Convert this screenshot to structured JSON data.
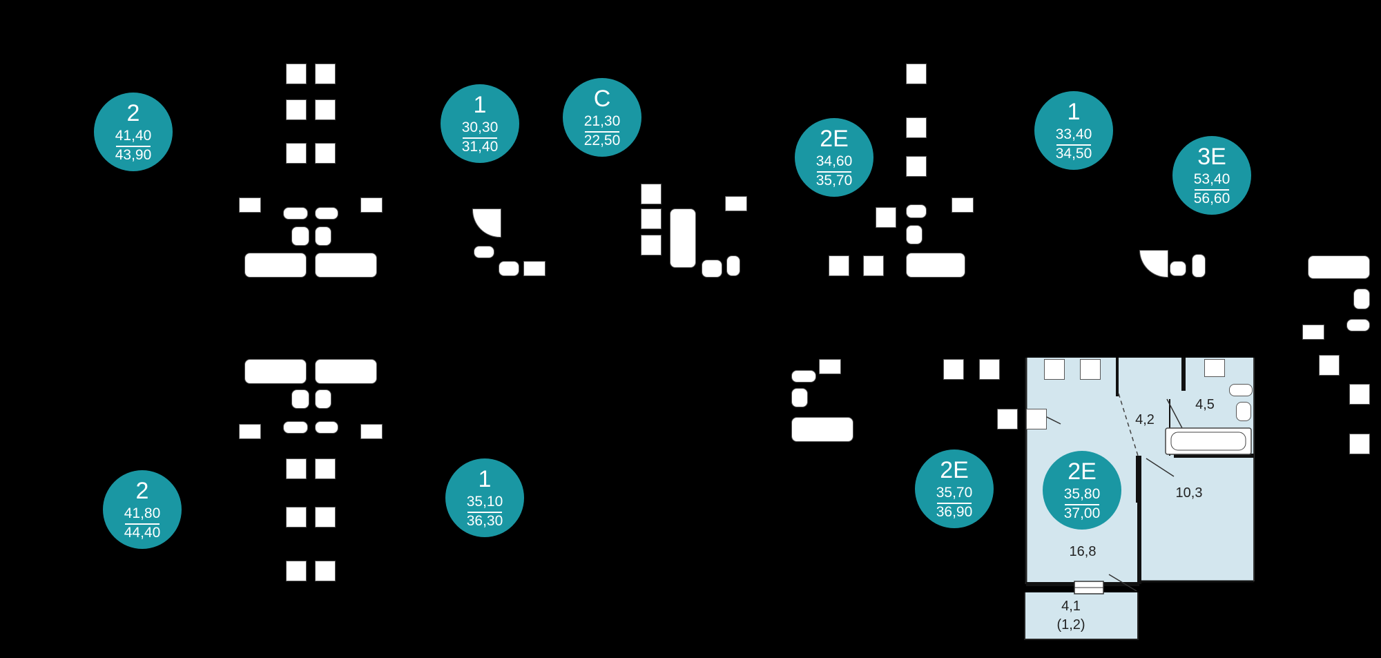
{
  "colors": {
    "background": "#000000",
    "badge": "#1a97a3",
    "room_fill": "#d3e6ee",
    "wall": "#1a1a1a"
  },
  "apartments": [
    {
      "type": "2",
      "area_living": "41,40",
      "area_total": "43,90"
    },
    {
      "type": "1",
      "area_living": "30,30",
      "area_total": "31,40"
    },
    {
      "type": "С",
      "area_living": "21,30",
      "area_total": "22,50"
    },
    {
      "type": "2Е",
      "area_living": "34,60",
      "area_total": "35,70"
    },
    {
      "type": "1",
      "area_living": "33,40",
      "area_total": "34,50"
    },
    {
      "type": "3Е",
      "area_living": "53,40",
      "area_total": "56,60"
    },
    {
      "type": "2",
      "area_living": "41,80",
      "area_total": "44,40"
    },
    {
      "type": "1",
      "area_living": "35,10",
      "area_total": "36,30"
    },
    {
      "type": "2Е",
      "area_living": "35,70",
      "area_total": "36,90"
    },
    {
      "type": "2Е",
      "area_living": "35,80",
      "area_total": "37,00"
    }
  ],
  "rooms": [
    {
      "label": "4,2"
    },
    {
      "label": "4,5"
    },
    {
      "label": "10,3"
    },
    {
      "label": "16,8"
    },
    {
      "label": "4,1",
      "sublabel": "(1,2)"
    }
  ],
  "icons": [
    "cooktop-icon",
    "stove-icon",
    "sink-icon",
    "washing-machine-icon",
    "toilet-icon",
    "bathtub-icon",
    "shower-icon",
    "bidet-icon"
  ]
}
